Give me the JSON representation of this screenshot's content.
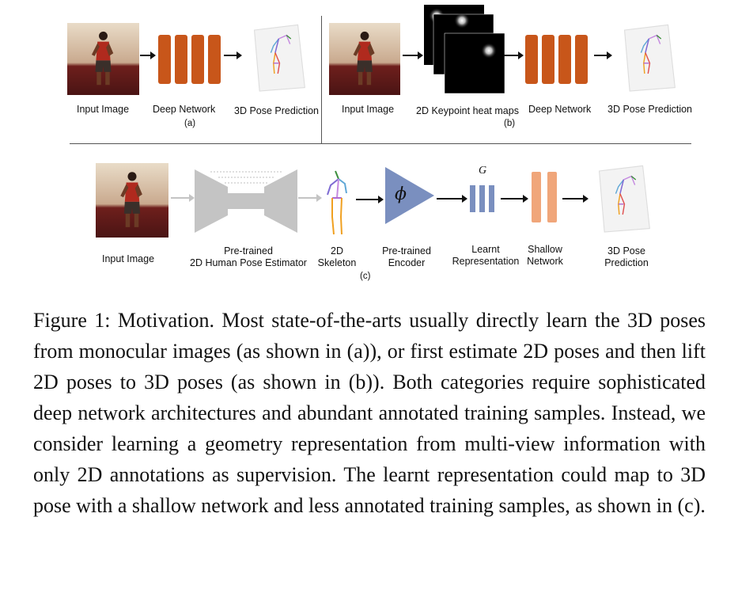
{
  "panel_a": {
    "input_label": "Input Image",
    "network_label": "Deep  Network",
    "prediction_label": "3D Pose Prediction",
    "tag": "(a)"
  },
  "panel_b": {
    "input_label": "Input Image",
    "heatmaps_label": "2D Keypoint heat maps",
    "network_label": "Deep  Network",
    "prediction_label": "3D Pose Prediction",
    "tag": "(b)"
  },
  "panel_c": {
    "input_label": "Input Image",
    "estimator_label_1": "Pre-trained",
    "estimator_label_2": "2D Human Pose Estimator",
    "skeleton_label_1": "2D",
    "skeleton_label_2": "Skeleton",
    "encoder_symbol": "ϕ",
    "encoder_label_1": "Pre-trained",
    "encoder_label_2": "Encoder",
    "representation_symbol": "G",
    "representation_label_1": "Learnt",
    "representation_label_2": "Representation",
    "shallow_label_1": "Shallow",
    "shallow_label_2": "Network",
    "prediction_label_1": "3D Pose",
    "prediction_label_2": "Prediction",
    "tag": "(c)"
  },
  "caption": {
    "text": "Figure 1: Motivation. Most state-of-the-arts usually directly learn the 3D poses from monocular images (as shown in (a)), or first estimate 2D poses and then lift 2D poses to 3D poses (as shown in (b)). Both categories require sophisticated deep network architectures and abundant annotated training samples. Instead, we consider learning a geometry representation from multi-view information with only 2D annotations as supervision. The learnt representation could map to 3D pose with a shallow network and less annotated training samples, as shown in (c)."
  },
  "colors": {
    "deep_network": "#c8561a",
    "encoder": "#7a8fbf",
    "representation": "#7a8fbf",
    "shallow_network": "#f0a67a",
    "estimator": "#c4c4c4"
  }
}
